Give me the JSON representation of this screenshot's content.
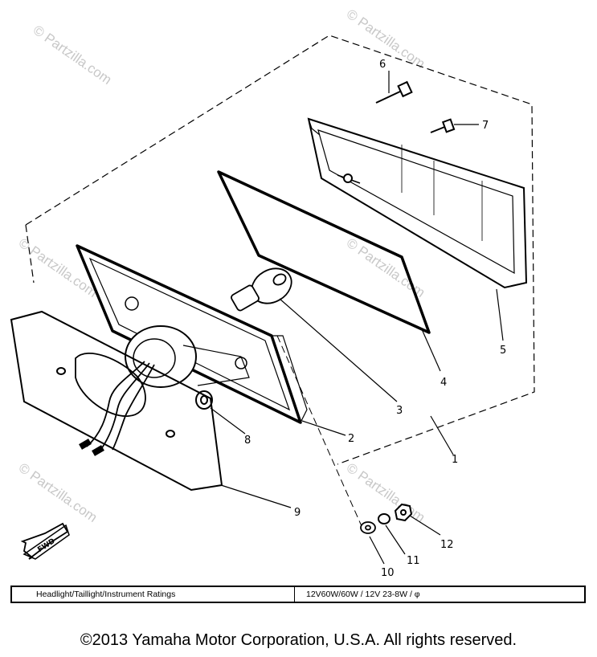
{
  "watermark": {
    "text": "© Partzilla.com"
  },
  "parts": [
    {
      "number": "1"
    },
    {
      "number": "2"
    },
    {
      "number": "3"
    },
    {
      "number": "4"
    },
    {
      "number": "5"
    },
    {
      "number": "6"
    },
    {
      "number": "7"
    },
    {
      "number": "8"
    },
    {
      "number": "9"
    },
    {
      "number": "10"
    },
    {
      "number": "11"
    },
    {
      "number": "12"
    }
  ],
  "direction_marker": "FWD",
  "ratings": {
    "label": "Headlight/Taillight/Instrument Ratings",
    "value": "12V60W/60W / 12V 23-8W / φ"
  },
  "copyright": "©2013 Yamaha Motor Corporation, U.S.A. All rights reserved."
}
